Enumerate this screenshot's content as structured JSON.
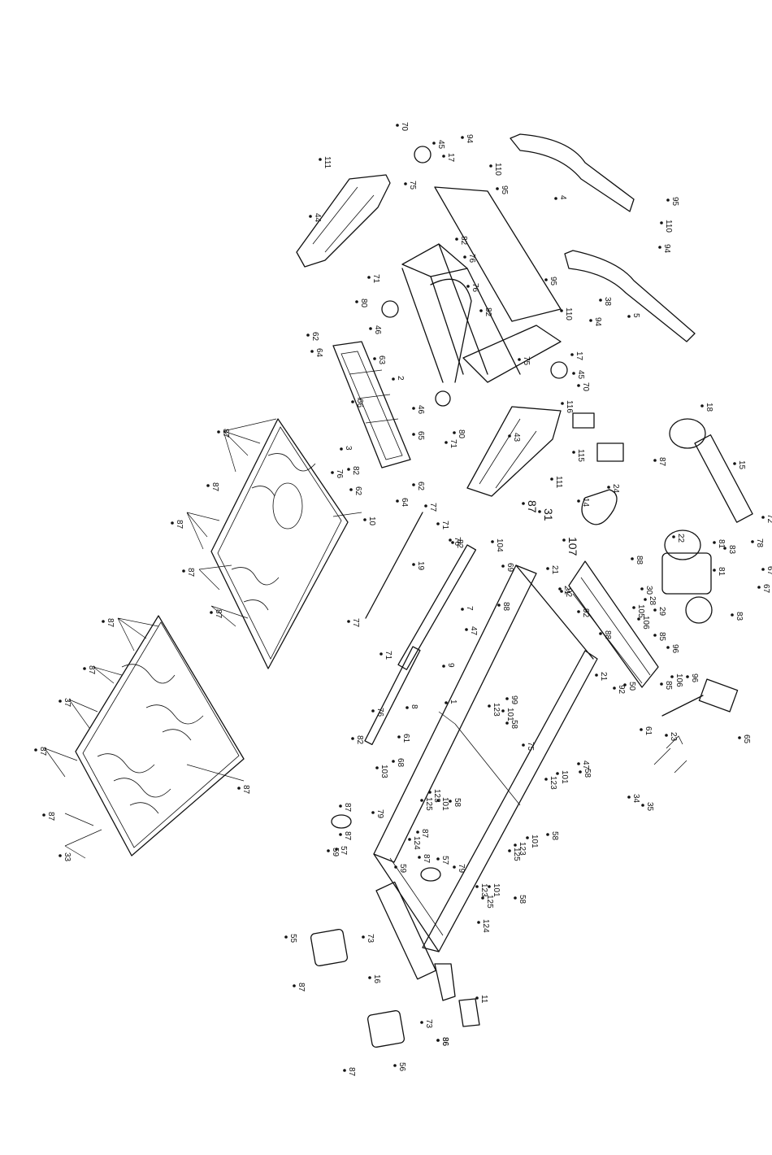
{
  "diagram": {
    "callouts": [
      "70",
      "45",
      "94",
      "17",
      "110",
      "95",
      "75",
      "111",
      "44",
      "82",
      "76",
      "4",
      "95",
      "110",
      "94",
      "5",
      "95",
      "38",
      "76",
      "82",
      "110",
      "94",
      "75",
      "17",
      "45",
      "70",
      "71",
      "80",
      "46",
      "2",
      "62",
      "63",
      "64",
      "66",
      "3",
      "82",
      "76",
      "62",
      "46",
      "80",
      "71",
      "62",
      "64",
      "65",
      "116",
      "115",
      "43",
      "24",
      "87",
      "111",
      "87",
      "31",
      "107",
      "14",
      "18",
      "15",
      "72",
      "78",
      "22",
      "81",
      "83",
      "67",
      "67",
      "83",
      "81",
      "88",
      "30",
      "28",
      "105",
      "29",
      "106",
      "96",
      "85",
      "106",
      "96",
      "85",
      "23",
      "65",
      "61",
      "77",
      "71",
      "76",
      "82",
      "104",
      "69",
      "19",
      "77",
      "71",
      "21",
      "92",
      "7",
      "88",
      "47",
      "9",
      "1",
      "75",
      "99",
      "101",
      "123",
      "58",
      "21",
      "92",
      "88",
      "50",
      "21",
      "92",
      "101",
      "123",
      "47",
      "58",
      "8",
      "76",
      "82",
      "61",
      "103",
      "68",
      "125",
      "123",
      "101",
      "58",
      "125",
      "123",
      "101",
      "58",
      "87",
      "79",
      "124",
      "87",
      "57",
      "59",
      "87",
      "124",
      "125",
      "123",
      "101",
      "58",
      "79",
      "57",
      "87",
      "59",
      "55",
      "73",
      "16",
      "73",
      "86",
      "11",
      "86",
      "56",
      "87",
      "87",
      "10",
      "87",
      "87",
      "87",
      "87",
      "87",
      "87",
      "87",
      "37",
      "87",
      "87",
      "87",
      "33",
      "34",
      "35"
    ]
  }
}
